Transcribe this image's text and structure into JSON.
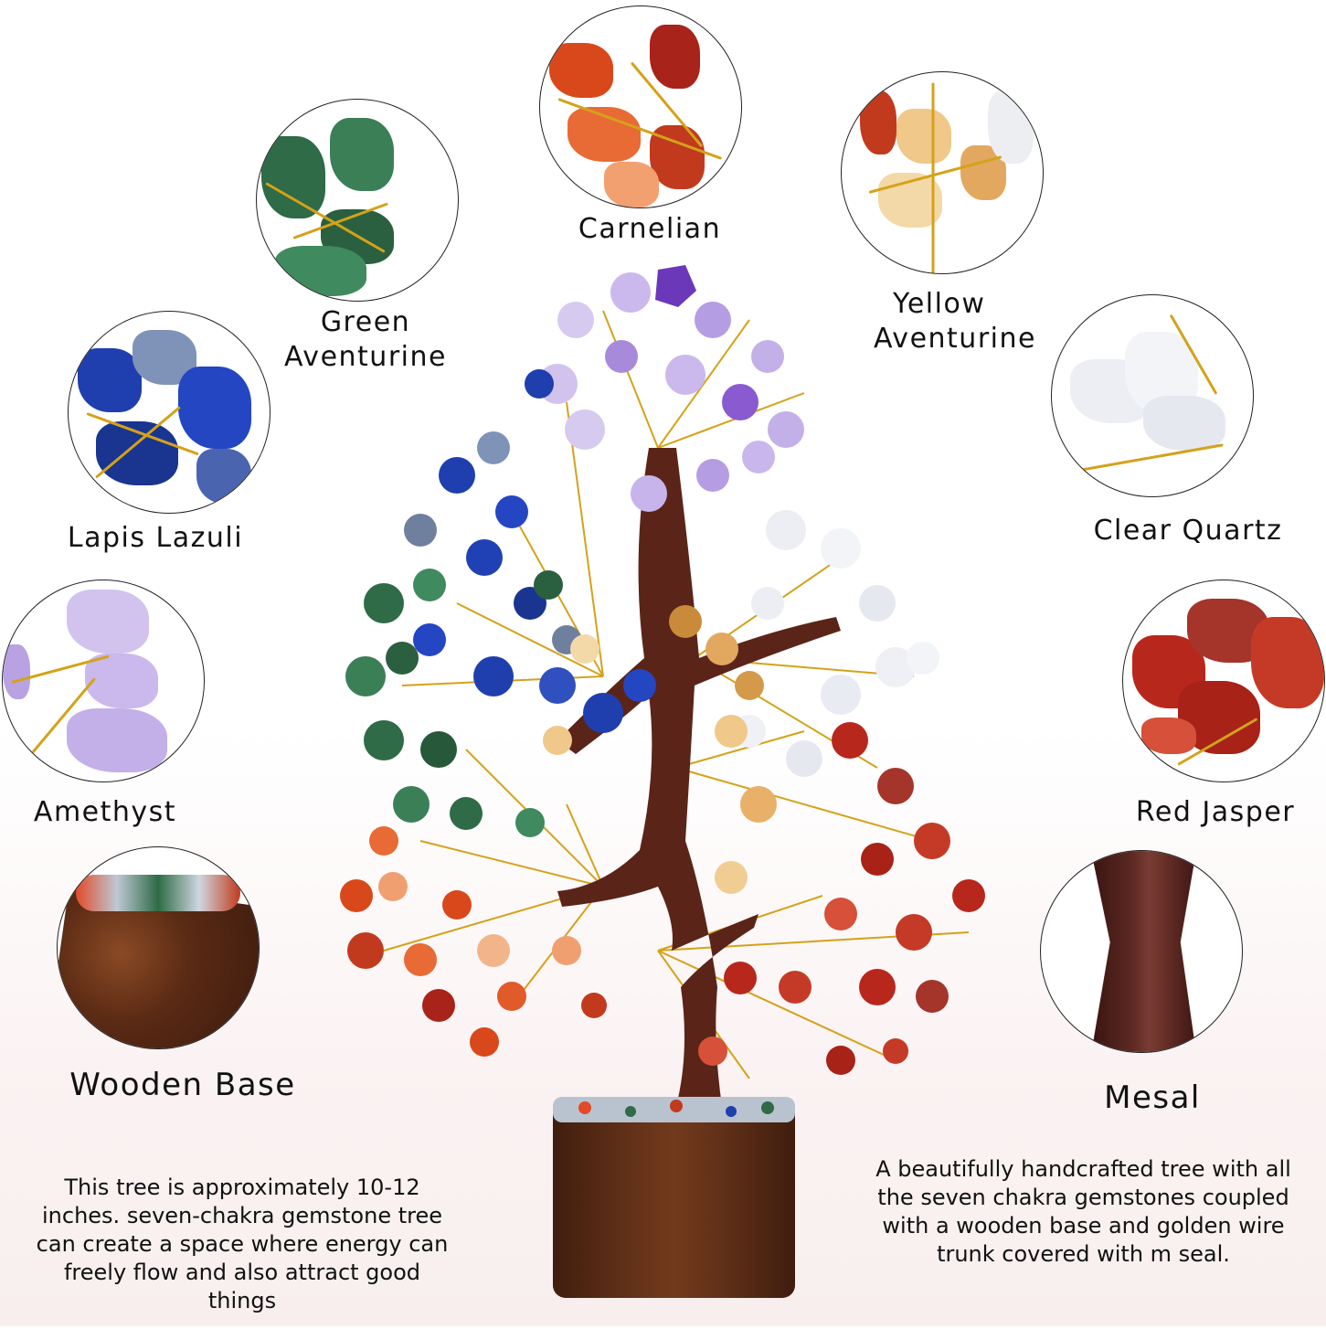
{
  "gemstones": [
    {
      "id": "carnelian",
      "label": "Carnelian",
      "color": "#d9481a",
      "accent": "#f4a070"
    },
    {
      "id": "green-aventurine",
      "label": "Green\nAventurine",
      "label_lines": [
        "Green",
        "Aventurine"
      ],
      "color": "#2e6b46",
      "accent": "#5c9a6e"
    },
    {
      "id": "yellow-aventurine",
      "label": "Yellow\nAventurine",
      "label_lines": [
        "Yellow",
        "Aventurine"
      ],
      "color": "#e9b86a",
      "accent": "#f7e2bd"
    },
    {
      "id": "lapis-lazuli",
      "label": "Lapis Lazuli",
      "color": "#1f3fae",
      "accent": "#7f93b8"
    },
    {
      "id": "clear-quartz",
      "label": "Clear Quartz",
      "color": "#eef0f6",
      "accent": "#ffffff"
    },
    {
      "id": "amethyst",
      "label": "Amethyst",
      "color": "#c7b4ea",
      "accent": "#8a5ad0"
    },
    {
      "id": "red-jasper",
      "label": "Red Jasper",
      "color": "#b8271c",
      "accent": "#d6503a"
    }
  ],
  "materials": [
    {
      "id": "wooden-base",
      "label": "Wooden Base",
      "color": "#5a2a14"
    },
    {
      "id": "mesal",
      "label": "Mesal",
      "color": "#4a1c18"
    }
  ],
  "descriptions": {
    "left": "This tree is approximately 10-12 inches.  seven-chakra gemstone tree can create a space where energy can freely flow and also attract good things",
    "left_lines": [
      "This tree is approximately 10-12",
      "inches.  seven-chakra gemstone tree",
      "can create a space where energy can",
      "freely flow and also attract good",
      "things"
    ],
    "right": "A beautifully handcrafted tree with all the seven chakra gemstones coupled with a wooden base and golden wire trunk covered with m seal.",
    "right_lines": [
      "A beautifully handcrafted tree with all",
      "the seven chakra gemstones coupled",
      "with a wooden base and golden wire",
      "trunk covered with m seal."
    ]
  },
  "colors": {
    "wire_gold": "#d4a21a",
    "trunk": "#5b2418",
    "base": "#5a2a14",
    "circle_border": "#222222",
    "text": "#111111"
  }
}
